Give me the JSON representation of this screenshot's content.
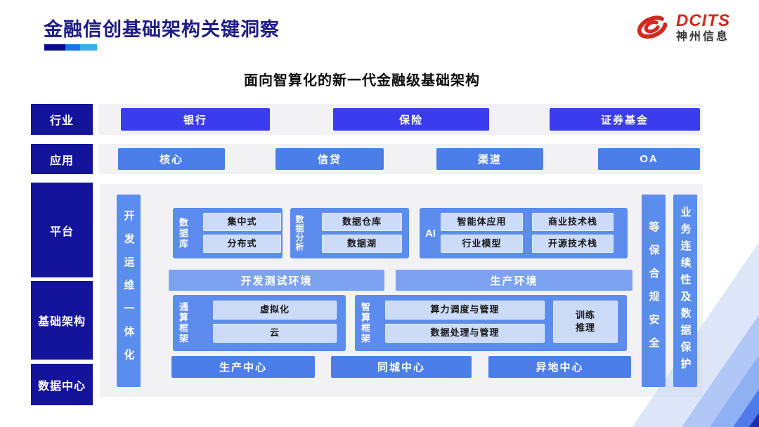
{
  "header": {
    "title": "金融信创基础架构关键洞察",
    "logo": {
      "brand": "DCITS",
      "company": "神州信息"
    }
  },
  "subtitle": "面向智算化的新一代金融级基础架构",
  "rails": {
    "industry": "行业",
    "application": "应用",
    "platform": "平台",
    "infrastructure": "基础架构",
    "datacenter": "数据中心"
  },
  "industry_row": {
    "items": [
      "银行",
      "保险",
      "证券基金"
    ]
  },
  "application_row": {
    "items": [
      "核心",
      "信贷",
      "渠道",
      "OA"
    ]
  },
  "platform_panel": {
    "devops_bar": "开发运维一体化",
    "database": {
      "label": "数据库",
      "items": [
        "集中式",
        "分布式"
      ]
    },
    "analytics": {
      "label": "数据分析",
      "items": [
        "数据仓库",
        "数据湖"
      ]
    },
    "ai": {
      "label": "AI",
      "items": [
        "智能体应用",
        "商业技术栈",
        "行业模型",
        "开源技术栈"
      ]
    },
    "environments": {
      "dev": "开发测试环境",
      "prod": "生产环境"
    },
    "general_compute": {
      "label": "通算框架",
      "items": [
        "虚拟化",
        "云"
      ]
    },
    "intelligent_compute": {
      "label": "智算框架",
      "items": [
        "算力调度与管理",
        "数据处理与管理"
      ],
      "side": "训练\n推理"
    },
    "centers": [
      "生产中心",
      "同城中心",
      "异地中心"
    ],
    "security_bar": "等保合规安全",
    "continuity_bar": "业务连续性及数据保护"
  },
  "colors": {
    "brand_red": "#D5281E",
    "title_navy": "#1E1C86",
    "rail_navy": "#14149B",
    "industry_blue": "#3B3BEF",
    "button_blue": "#4B7EE8",
    "container_blue": "#5C8CEE",
    "pillar_blue": "#5B8DEF",
    "env_blue": "#7DA2F2",
    "chip_light": "#CBDBF8",
    "panel_gray": "#F2F2F4"
  }
}
